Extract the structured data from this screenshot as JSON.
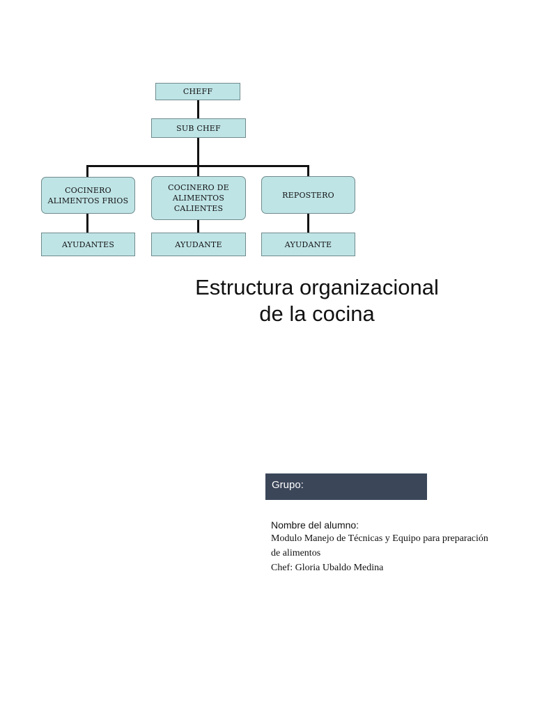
{
  "org_chart": {
    "chef": "CHEFF",
    "sub_chef": "SUB CHEF",
    "cold_cook": "COCINERO ALIMENTOS FRIOS",
    "hot_cook": "COCINERO DE ALIMENTOS CALIENTES",
    "pastry": "REPOSTERO",
    "cold_helpers": "AYUDANTES",
    "hot_helper": "AYUDANTE",
    "pastry_helper": "AYUDANTE"
  },
  "title": {
    "line1": "Estructura organizacional",
    "line2": "de la cocina"
  },
  "group_label": "Grupo:",
  "info": {
    "student": "Nombre del alumno:",
    "module_line1": "Modulo Manejo de Técnicas y Equipo para preparación",
    "module_line2": "de alimentos",
    "chef": "Chef: Gloria Ubaldo Medina"
  }
}
